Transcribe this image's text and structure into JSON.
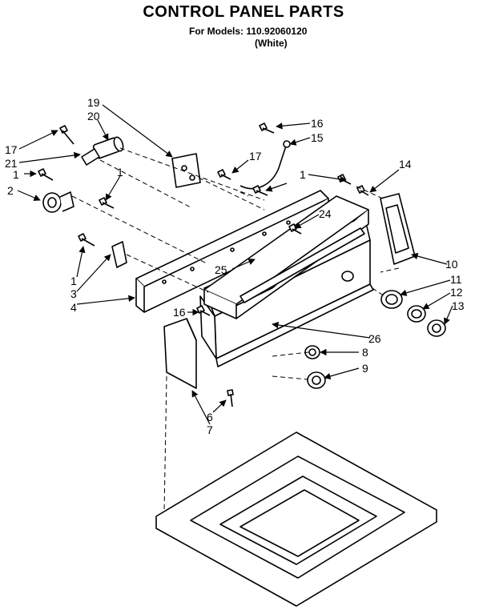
{
  "header": {
    "title": "CONTROL PANEL PARTS",
    "models_line": "For Models: 110.92060120",
    "color_line": "(White)"
  },
  "callouts": [
    "19",
    "20",
    "17",
    "21",
    "1",
    "2",
    "1",
    "16",
    "15",
    "17",
    "1",
    "14",
    "24",
    "25",
    "1",
    "3",
    "4",
    "16",
    "10",
    "11",
    "12",
    "13",
    "26",
    "8",
    "9",
    "6",
    "7"
  ]
}
